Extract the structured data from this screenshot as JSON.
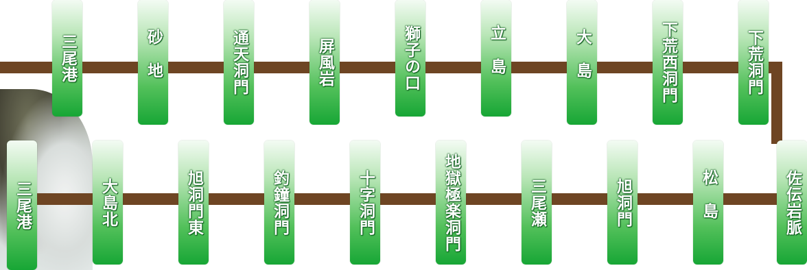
{
  "diagram": {
    "top_row": [
      {
        "name": "三尾港"
      },
      {
        "name": "砂地"
      },
      {
        "name": "通天洞門"
      },
      {
        "name": "屏風岩"
      },
      {
        "name": "獅子の口"
      },
      {
        "name": "立島"
      },
      {
        "name": "大島"
      },
      {
        "name": "下荒西洞門"
      },
      {
        "name": "下荒洞門"
      }
    ],
    "bottom_row": [
      {
        "name": "三尾港"
      },
      {
        "name": "大島北"
      },
      {
        "name": "旭洞門東"
      },
      {
        "name": "釣鐘洞門"
      },
      {
        "name": "十字洞門"
      },
      {
        "name": "地獄極楽洞門"
      },
      {
        "name": "三尾瀬"
      },
      {
        "name": "旭洞門"
      },
      {
        "name": "松島"
      },
      {
        "name": "佐伝岩脈"
      }
    ],
    "colors": {
      "track": "#6e4523",
      "station_top": "#f3fbf3",
      "station_bottom": "#17a635"
    }
  }
}
